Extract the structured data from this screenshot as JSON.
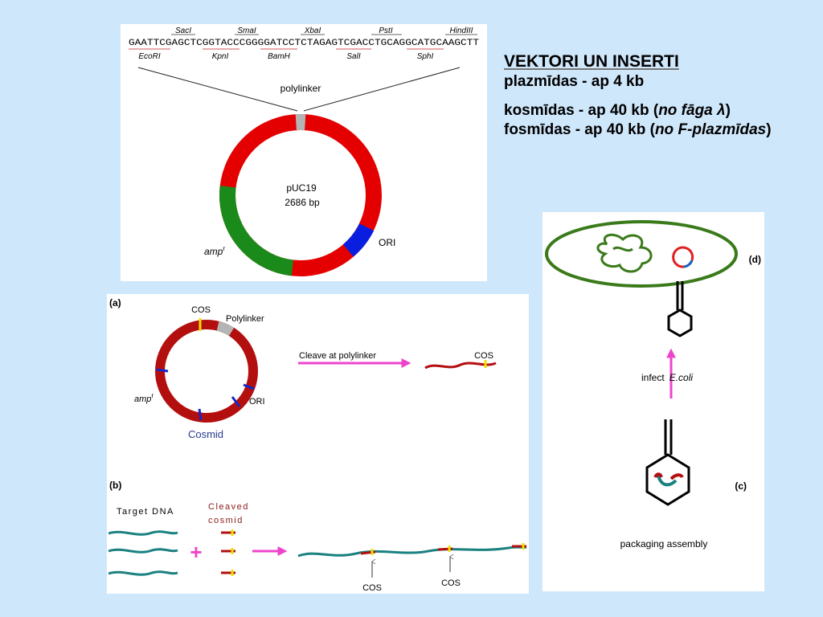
{
  "title": {
    "main": "VEKTORI UN INSERTI",
    "plasmids": "plazmīdas - ap 4 kb",
    "cosmids_prefix": "kosmīdas - ap 40 kb (",
    "cosmids_italic": "no fāga λ",
    "cosmids_suffix": ")",
    "fosmids_prefix": "fosmīdas - ap 40 kb (",
    "fosmids_italic": "no F-plazmīdas",
    "fosmids_suffix": ")"
  },
  "puc19": {
    "sequence": "GAATTCGAGCTCGGTACCCGGGGATCCTCTAGAGTCGACCTGCAGGCATGCAAGCTT",
    "top_sites": [
      {
        "name": "SacI",
        "display": "SacI"
      },
      {
        "name": "SmaI",
        "display": "SmaI"
      },
      {
        "name": "XbaI",
        "display": "XbaI"
      },
      {
        "name": "PstI",
        "display": "PstI"
      },
      {
        "name": "HindIII",
        "display": "HindIII"
      }
    ],
    "bottom_sites": [
      {
        "name": "EcoRI",
        "display": "EcoRI"
      },
      {
        "name": "KpnI",
        "display": "KpnI"
      },
      {
        "name": "BamH",
        "display": "BamH"
      },
      {
        "name": "SalI",
        "display": "SalI"
      },
      {
        "name": "SphI",
        "display": "SphI"
      }
    ],
    "polylinker_label": "polylinker",
    "plasmid_name": "pUC19",
    "plasmid_size": "2686 bp",
    "ori_label": "ORI",
    "amp_label": "amp",
    "amp_sup": "r",
    "colors": {
      "backbone": "#e40000",
      "amp": "#1a8a1a",
      "ori": "#0a1ee0",
      "polylinker": "#b4b4b4"
    }
  },
  "cosmid": {
    "panel_a_label": "(a)",
    "panel_b_label": "(b)",
    "cos_label": "COS",
    "polylinker_label": "Polylinker",
    "amp_label": "amp",
    "amp_sup": "r",
    "ori_label": "ORI",
    "cosmid_name": "Cosmid",
    "cleave_label": "Cleave at polylinker",
    "cleaved_cos_label": "COS",
    "target_dna_label": "Target DNA",
    "cleaved_cosmid_line1": "Cleaved",
    "cleaved_cosmid_line2": "cosmid",
    "plus_sign": "+",
    "cos_marker_1": "COS",
    "cos_marker_2": "COS",
    "colors": {
      "cosmid": "#b40f0f",
      "cos": "#f0e000",
      "dna": "#1a8080",
      "arrow": "#ee44cc",
      "ori_mark": "#1428c8"
    }
  },
  "phage": {
    "panel_c_label": "(c)",
    "panel_d_label": "(d)",
    "infect_label": "infect",
    "ecoli_label": "E.coli",
    "packaging_label": "packaging assembly",
    "colors": {
      "cell": "#3a7a1a",
      "phage": "#000000",
      "arrow": "#ee44cc"
    }
  }
}
